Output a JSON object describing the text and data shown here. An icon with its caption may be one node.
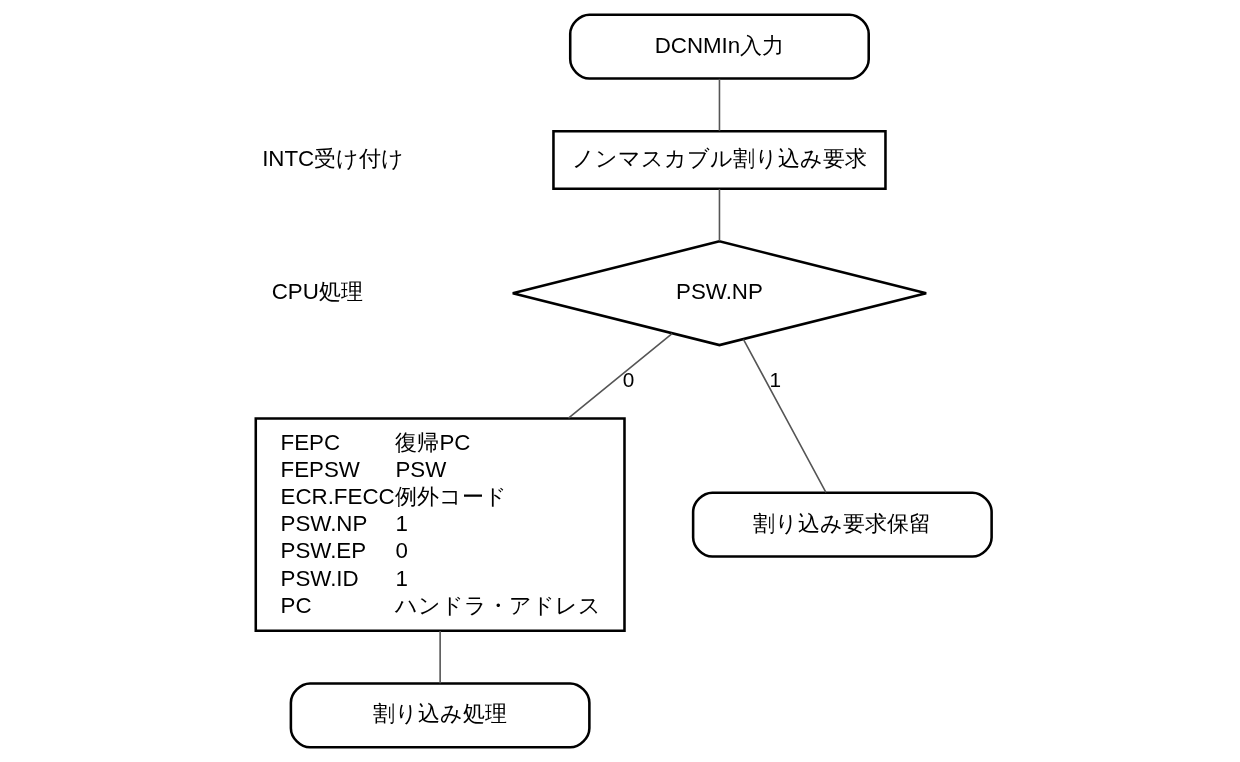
{
  "diagram": {
    "nodes": [
      {
        "text": [
          "DCNMIn入力"
        ]
      },
      {
        "text": [
          "ノンマスカブル割り込み要求"
        ]
      },
      {
        "text": [
          "PSW.NP"
        ]
      },
      {
        "text": [
          "FEPC",
          "復帰PC",
          "FEPSW",
          "PSW",
          "ECR.FECC",
          "例外コード",
          "PSW.NP",
          "1",
          "PSW.EP",
          "0",
          "PSW.ID",
          "1",
          "PC",
          "ハンドラ・アドレス"
        ]
      },
      {
        "text": [
          "割り込み処理"
        ]
      },
      {
        "text": [
          "割り込み要求保留"
        ]
      }
    ],
    "edges": [
      {
        "from": 0,
        "to": 1,
        "arrow": "none"
      },
      {
        "from": 1,
        "to": 2,
        "arrow": "none"
      },
      {
        "from": 2,
        "to": 3,
        "arrow": "none",
        "label": "0"
      },
      {
        "from": 2,
        "to": 5,
        "arrow": "none",
        "label": "1"
      },
      {
        "from": 3,
        "to": 4,
        "arrow": "none"
      }
    ],
    "labels": [
      "INTC受け付け",
      "CPU処理"
    ]
  }
}
